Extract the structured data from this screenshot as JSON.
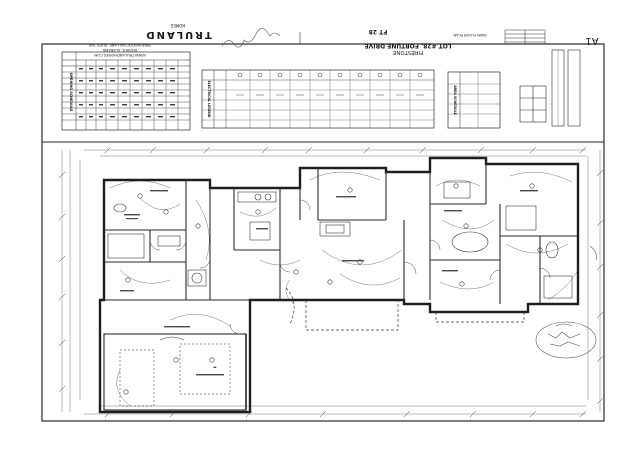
{
  "title_block": {
    "company_name": "TRULAND",
    "company_sub": "HOMES",
    "company_address": "3988 WOODCOW LANE, SUITE 300",
    "company_city": "SHOALS, ALABAMA",
    "company_web": "WWW.TRULANDHOMES.COM",
    "lot": "LOT #28, FORTUNE DRIVE",
    "plan_name": "FIRESTONE",
    "sheet_subject": "MAIN FLOOR PLAN",
    "sheet_no": "A1",
    "plan_ref": "FT 28"
  },
  "schedule_headings": {
    "opening": "OPENING SCHEDULE",
    "electrical": "ELECTRICAL LEGEND",
    "area": "AREA SCHEDULE"
  },
  "colors": {
    "ink": "#2a2a2a",
    "light_ink": "#6a6a6a",
    "faint": "#9a9a9a",
    "background": "#ffffff",
    "annotation": "#555555"
  }
}
